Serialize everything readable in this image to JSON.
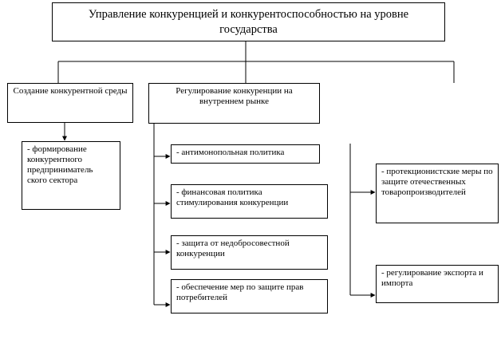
{
  "title": "Управление конкуренцией и конкурентоспособностью на уровне государства",
  "branches": {
    "environment": {
      "label": "Создание конкурентной среды",
      "children": [
        "- формирование конкурентного предприниматель ского сектора"
      ]
    },
    "regulation": {
      "label": "Регулирование конкуренции на внутреннем рынке",
      "children": [
        "- антимонопольная политика",
        "- финансовая политика стимулирования конкуренции",
        "- защита от недобросовестной конкуренции",
        "- обеспечение мер по защите прав потребителей"
      ]
    },
    "external": {
      "children": [
        "- протекционистские меры по защите отечественных товаропроизводителей",
        "- регулирование экспорта и импорта"
      ]
    }
  },
  "colors": {
    "line": "#000000",
    "box_border": "#000000",
    "background": "#ffffff"
  }
}
